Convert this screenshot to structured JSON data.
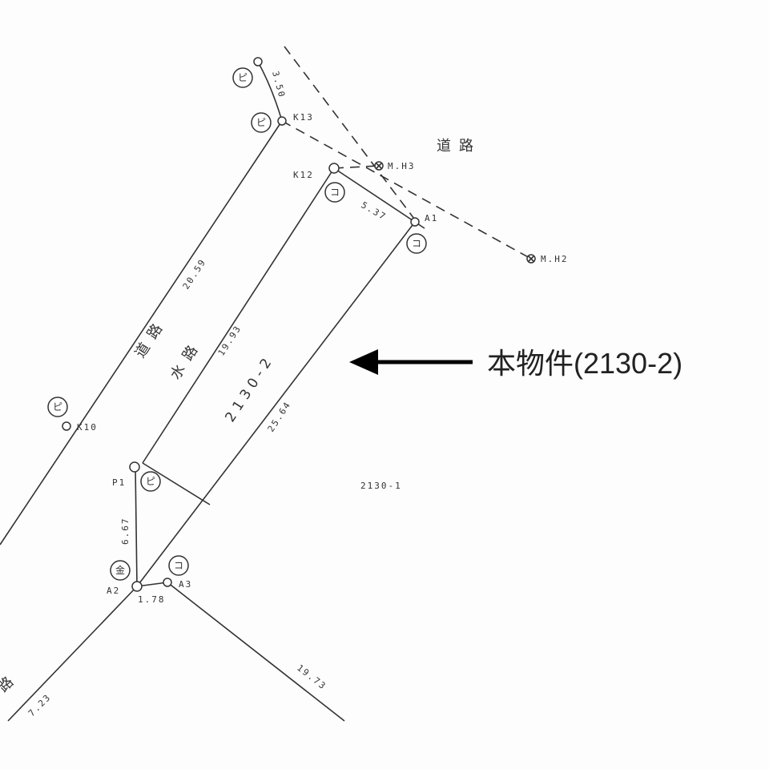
{
  "title": "本物件(2130-2)",
  "road_label": "道路",
  "road_label_left": "道路",
  "road_left_length": "20.59",
  "waterway_label": "水路",
  "road_bottom_fragment": "路",
  "parcel_main": "2130-2",
  "parcel_adjacent": "2130-1",
  "points": {
    "k13": "K13",
    "k12": "K12",
    "mh3": "M.H3",
    "mh2": "M.H2",
    "a1": "A1",
    "k10": "K10",
    "p1": "P1",
    "a2": "A2",
    "a3": "A3"
  },
  "distances": {
    "top": "3.50",
    "k12_a1": "5.37",
    "waterway": "19.93",
    "east": "25.64",
    "p1_a2": "6.67",
    "a2_a3": "1.78",
    "a3_s": "19.73",
    "a2_sw": "7.23"
  },
  "symbols": {
    "pi": "ピ",
    "ko": "コ",
    "kin": "金"
  }
}
